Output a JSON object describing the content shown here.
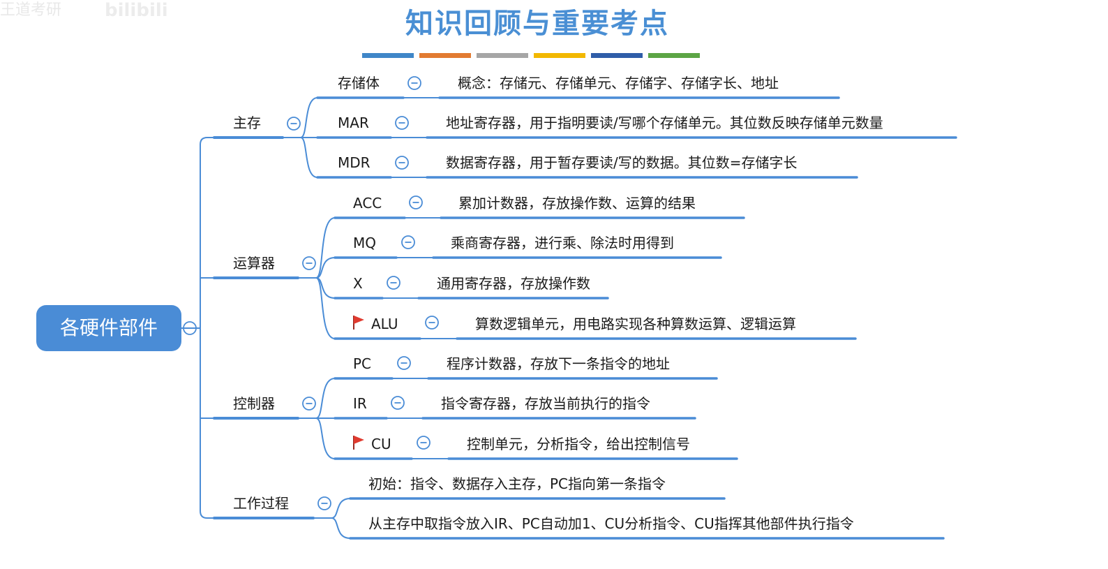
{
  "header": {
    "title": "知识回顾与重要考点",
    "watermark_left": "王道考研",
    "watermark_right": "bilibili",
    "color_bars": [
      "#3f86c8",
      "#e27b31",
      "#a6a6a6",
      "#f2b800",
      "#2f5da8",
      "#5ca545"
    ]
  },
  "mindmap": {
    "root": "各硬件部件",
    "line_color": "#4a8cd6",
    "flag_color": "#e03a2f",
    "branches": [
      {
        "label": "主存",
        "children": [
          {
            "label": "存储体",
            "flag": false,
            "desc": "概念：存储元、存储单元、存储字、存储字长、地址"
          },
          {
            "label": "MAR",
            "flag": false,
            "desc": "地址寄存器，用于指明要读/写哪个存储单元。其位数反映存储单元数量"
          },
          {
            "label": "MDR",
            "flag": false,
            "desc": "数据寄存器，用于暂存要读/写的数据。其位数=存储字长"
          }
        ]
      },
      {
        "label": "运算器",
        "children": [
          {
            "label": "ACC",
            "flag": false,
            "desc": "累加计数器，存放操作数、运算的结果"
          },
          {
            "label": "MQ",
            "flag": false,
            "desc": "乘商寄存器，进行乘、除法时用得到"
          },
          {
            "label": "X",
            "flag": false,
            "desc": "通用寄存器，存放操作数"
          },
          {
            "label": "ALU",
            "flag": true,
            "desc": "算数逻辑单元，用电路实现各种算数运算、逻辑运算"
          }
        ]
      },
      {
        "label": "控制器",
        "children": [
          {
            "label": "PC",
            "flag": false,
            "desc": "程序计数器，存放下一条指令的地址"
          },
          {
            "label": "IR",
            "flag": false,
            "desc": "指令寄存器，存放当前执行的指令"
          },
          {
            "label": "CU",
            "flag": true,
            "desc": "控制单元，分析指令，给出控制信号"
          }
        ]
      },
      {
        "label": "工作过程",
        "children": [
          {
            "label": "初始：指令、数据存入主存，PC指向第一条指令",
            "flag": false,
            "desc": ""
          },
          {
            "label": "从主存中取指令放入IR、PC自动加1、CU分析指令、CU指挥其他部件执行指令",
            "flag": false,
            "desc": ""
          }
        ]
      }
    ]
  }
}
